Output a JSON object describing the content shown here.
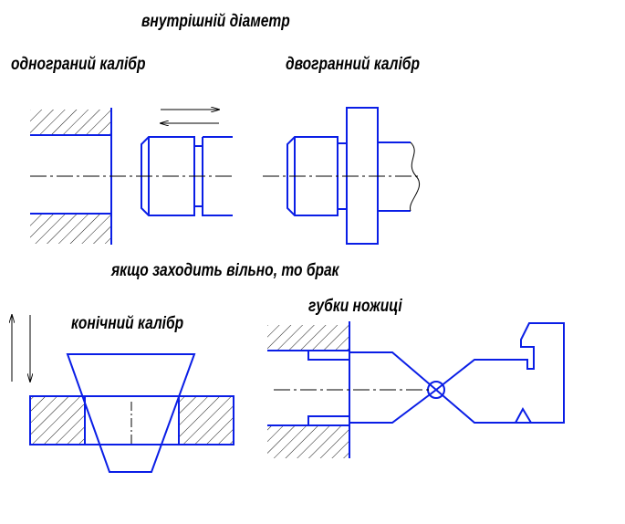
{
  "labels": {
    "title": "внутрішній діаметр",
    "single_sided": "однограний калібр",
    "double_sided": "двогранний калібр",
    "reject_note": "якщо заходить вільно, то брак",
    "conical": "конічний калібр",
    "jaws": "губки ножиці"
  },
  "colors": {
    "outline": "#0a1ee6",
    "axis": "#000000",
    "text": "#000000"
  }
}
